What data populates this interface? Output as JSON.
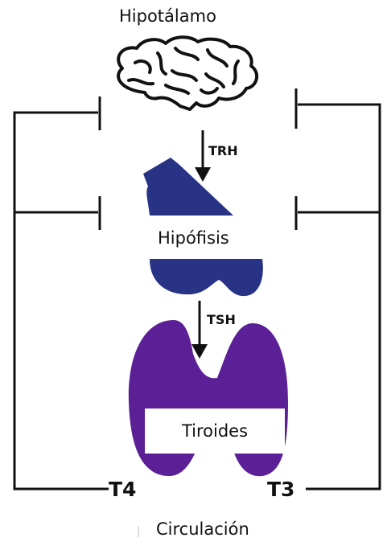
{
  "labels": {
    "hypothalamus": "Hipotálamo",
    "pituitary": "Hipófisis",
    "thyroid": "Tiroides",
    "circulation": "Circulación"
  },
  "hormones": {
    "trh": "TRH",
    "tsh": "TSH",
    "t4": "T4",
    "t3": "T3"
  },
  "colors": {
    "pituitary": "#283386",
    "thyroid": "#5b2096",
    "lines": "#111111"
  },
  "icons": {
    "hypothalamus": "brain-icon"
  }
}
